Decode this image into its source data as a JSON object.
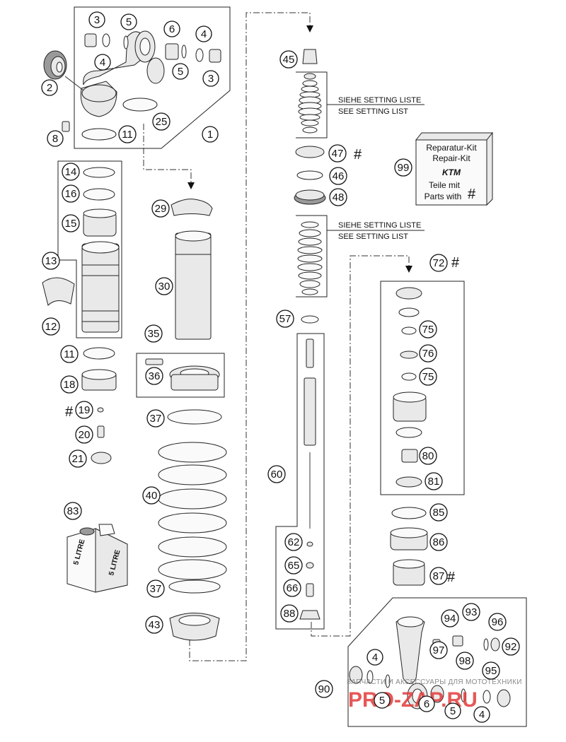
{
  "callouts": [
    {
      "id": "c1",
      "label": "1"
    },
    {
      "id": "c2",
      "label": "2"
    },
    {
      "id": "c3a",
      "label": "3"
    },
    {
      "id": "c3b",
      "label": "3"
    },
    {
      "id": "c4a",
      "label": "4"
    },
    {
      "id": "c4b",
      "label": "4"
    },
    {
      "id": "c5a",
      "label": "5"
    },
    {
      "id": "c5b",
      "label": "5"
    },
    {
      "id": "c6",
      "label": "6"
    },
    {
      "id": "c8",
      "label": "8"
    },
    {
      "id": "c11a",
      "label": "11"
    },
    {
      "id": "c11b",
      "label": "11"
    },
    {
      "id": "c12",
      "label": "12"
    },
    {
      "id": "c13",
      "label": "13"
    },
    {
      "id": "c14",
      "label": "14"
    },
    {
      "id": "c15",
      "label": "15"
    },
    {
      "id": "c16",
      "label": "16"
    },
    {
      "id": "c18",
      "label": "18"
    },
    {
      "id": "c19",
      "label": "19"
    },
    {
      "id": "c20",
      "label": "20"
    },
    {
      "id": "c21",
      "label": "21"
    },
    {
      "id": "c25",
      "label": "25"
    },
    {
      "id": "c29",
      "label": "29"
    },
    {
      "id": "c30",
      "label": "30"
    },
    {
      "id": "c35",
      "label": "35"
    },
    {
      "id": "c36",
      "label": "36"
    },
    {
      "id": "c37a",
      "label": "37"
    },
    {
      "id": "c37b",
      "label": "37"
    },
    {
      "id": "c40",
      "label": "40"
    },
    {
      "id": "c43",
      "label": "43"
    },
    {
      "id": "c45",
      "label": "45"
    },
    {
      "id": "c46",
      "label": "46"
    },
    {
      "id": "c47",
      "label": "47"
    },
    {
      "id": "c48",
      "label": "48"
    },
    {
      "id": "c57",
      "label": "57"
    },
    {
      "id": "c60",
      "label": "60"
    },
    {
      "id": "c62",
      "label": "62"
    },
    {
      "id": "c65",
      "label": "65"
    },
    {
      "id": "c66",
      "label": "66"
    },
    {
      "id": "c72",
      "label": "72"
    },
    {
      "id": "c75a",
      "label": "75"
    },
    {
      "id": "c75b",
      "label": "75"
    },
    {
      "id": "c76",
      "label": "76"
    },
    {
      "id": "c80",
      "label": "80"
    },
    {
      "id": "c81",
      "label": "81"
    },
    {
      "id": "c83",
      "label": "83"
    },
    {
      "id": "c85",
      "label": "85"
    },
    {
      "id": "c86",
      "label": "86"
    },
    {
      "id": "c87",
      "label": "87"
    },
    {
      "id": "c88",
      "label": "88"
    },
    {
      "id": "c90",
      "label": "90"
    },
    {
      "id": "c92",
      "label": "92"
    },
    {
      "id": "c93",
      "label": "93"
    },
    {
      "id": "c94",
      "label": "94"
    },
    {
      "id": "c95",
      "label": "95"
    },
    {
      "id": "c96",
      "label": "96"
    },
    {
      "id": "c97",
      "label": "97"
    },
    {
      "id": "c98",
      "label": "98"
    },
    {
      "id": "c99",
      "label": "99"
    },
    {
      "id": "c4c",
      "label": "4"
    },
    {
      "id": "c4d",
      "label": "4"
    },
    {
      "id": "c5c",
      "label": "5"
    },
    {
      "id": "c5d",
      "label": "5"
    },
    {
      "id": "c6b",
      "label": "6"
    }
  ],
  "hash_symbol": "#",
  "setting_notes": {
    "upper_de": "SIEHE SETTING LISTE",
    "upper_en": "SEE SETTING LIST",
    "lower_de": "SIEHE SETTING LISTE",
    "lower_en": "SEE SETTING LIST"
  },
  "repair_kit": {
    "line1": "Reparatur-Kit",
    "line2": "Repair-Kit",
    "brand": "KTM",
    "line3": "Teile mit",
    "line4": "Parts with",
    "symbol": "#"
  },
  "oil_can": {
    "label": "5 LITRE"
  },
  "watermark": {
    "subtitle": "ЗАПЧАСТИ И АКСЕССУАРЫ ДЛЯ МОТОТЕХНИКИ",
    "site": "PRO-ZAP.RU"
  },
  "colors": {
    "line": "#222222",
    "watermark_red": "#e23b3b",
    "background": "#ffffff"
  }
}
